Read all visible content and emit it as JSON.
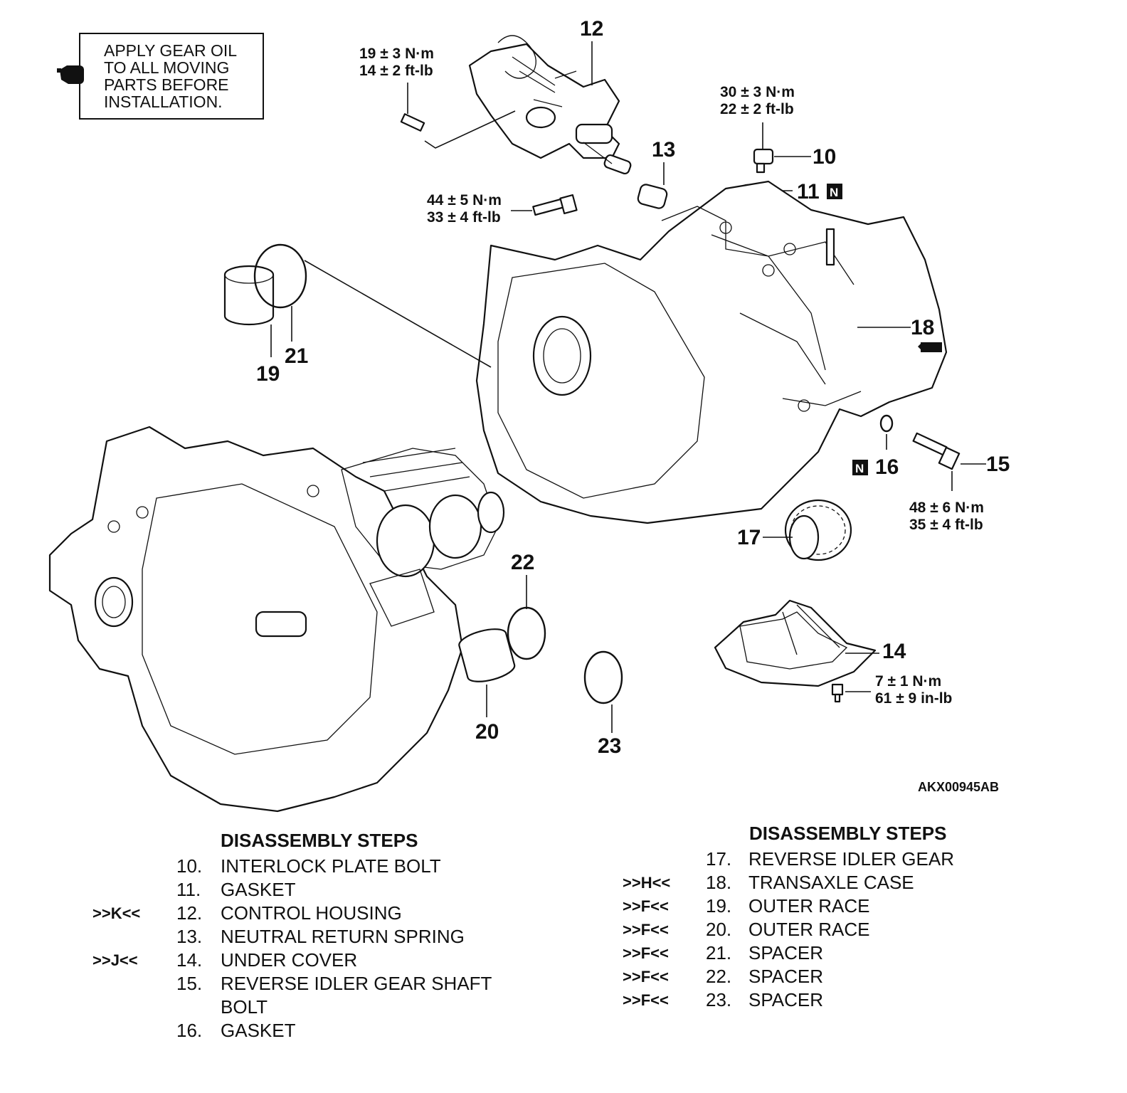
{
  "note": {
    "lines": [
      "APPLY GEAR OIL",
      "TO ALL MOVING",
      "PARTS BEFORE",
      "INSTALLATION."
    ]
  },
  "torques": {
    "control_housing_bolt": [
      "19 ± 3 N·m",
      "14 ± 2 ft-lb"
    ],
    "interlock_bolt": [
      "30 ± 3 N·m",
      "22 ± 2 ft-lb"
    ],
    "case_bolt": [
      "44 ± 5 N·m",
      "33 ± 4 ft-lb"
    ],
    "idler_shaft_bolt": [
      "48 ± 6 N·m",
      "35 ± 4 ft-lb"
    ],
    "under_cover_bolt": [
      "7 ± 1 N·m",
      "61 ± 9 in-lb"
    ]
  },
  "callouts": {
    "c10": "10",
    "c11": "11",
    "c12": "12",
    "c13": "13",
    "c14": "14",
    "c15": "15",
    "c16": "16",
    "c17": "17",
    "c18": "18",
    "c19": "19",
    "c20": "20",
    "c21": "21",
    "c22": "22",
    "c23": "23"
  },
  "new_part_badge": "N",
  "figure_code": "AKX00945AB",
  "steps_left": {
    "title": "DISASSEMBLY STEPS",
    "items": [
      {
        "mark": "",
        "no": "10.",
        "label": "INTERLOCK PLATE BOLT"
      },
      {
        "mark": "",
        "no": "11.",
        "label": "GASKET"
      },
      {
        "mark": ">>K<<",
        "no": "12.",
        "label": "CONTROL HOUSING"
      },
      {
        "mark": "",
        "no": "13.",
        "label": "NEUTRAL RETURN SPRING"
      },
      {
        "mark": ">>J<<",
        "no": "14.",
        "label": "UNDER COVER"
      },
      {
        "mark": "",
        "no": "15.",
        "label": "REVERSE IDLER GEAR SHAFT"
      },
      {
        "mark": "",
        "no": "",
        "label": "BOLT"
      },
      {
        "mark": "",
        "no": "16.",
        "label": "GASKET"
      }
    ]
  },
  "steps_right": {
    "title": "DISASSEMBLY STEPS",
    "items": [
      {
        "mark": "",
        "no": "17.",
        "label": "REVERSE IDLER GEAR"
      },
      {
        "mark": ">>H<<",
        "no": "18.",
        "label": "TRANSAXLE CASE"
      },
      {
        "mark": ">>F<<",
        "no": "19.",
        "label": "OUTER RACE"
      },
      {
        "mark": ">>F<<",
        "no": "20.",
        "label": "OUTER RACE"
      },
      {
        "mark": ">>F<<",
        "no": "21.",
        "label": "SPACER"
      },
      {
        "mark": ">>F<<",
        "no": "22.",
        "label": "SPACER"
      },
      {
        "mark": ">>F<<",
        "no": "23.",
        "label": "SPACER"
      }
    ]
  }
}
